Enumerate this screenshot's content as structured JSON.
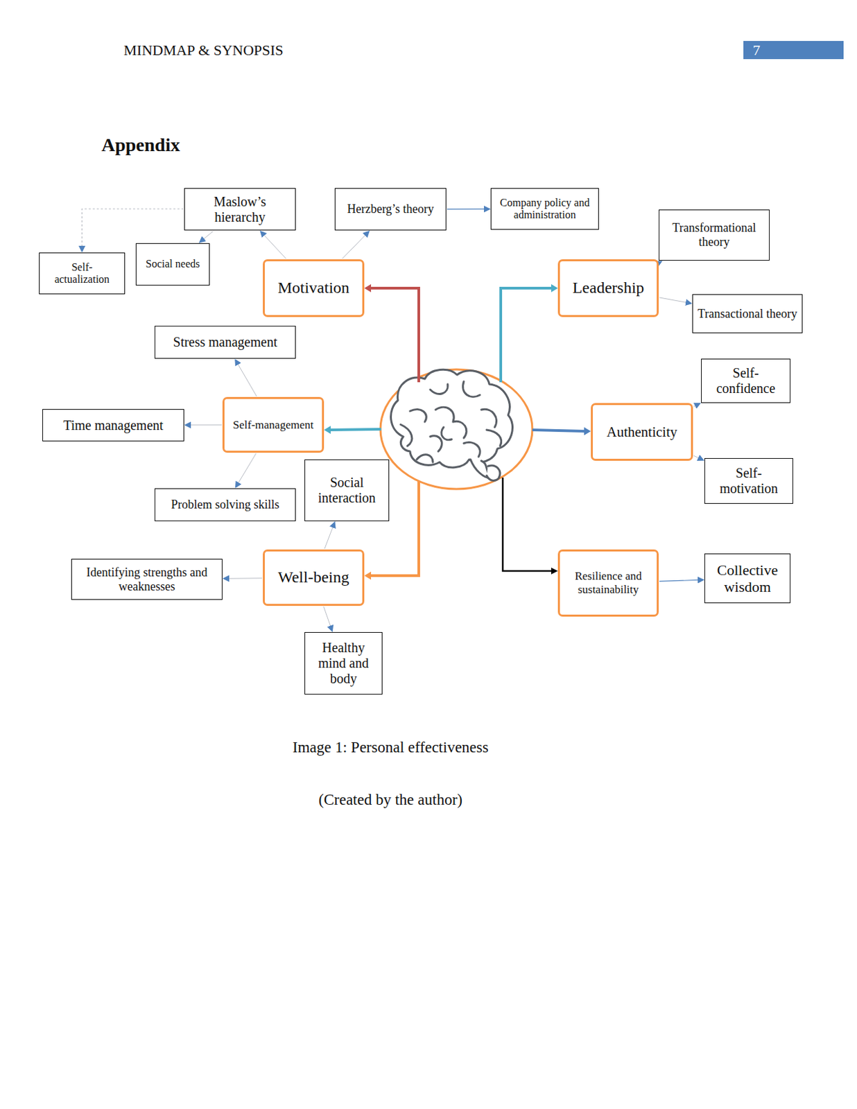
{
  "diagram": {
    "title": "Appendix",
    "caption": "Image 1: Personal effectiveness",
    "nodes": [
      {
        "text": [
          "Maslow’s hierarchy"
        ]
      },
      {
        "text": [
          "Herzberg’s theory"
        ]
      },
      {
        "text": [
          "Company policy and administration"
        ]
      },
      {
        "text": [
          "Transformational theory"
        ]
      },
      {
        "text": [
          "Self-actualization"
        ]
      },
      {
        "text": [
          "Social needs"
        ]
      },
      {
        "text": [
          "Motivation"
        ]
      },
      {
        "text": [
          "Leadership"
        ]
      },
      {
        "text": [
          "Transactional theory"
        ]
      },
      {
        "text": [
          "Stress management"
        ]
      },
      {
        "text": [
          "Self-confidence"
        ]
      },
      {
        "text": [
          "Time management"
        ]
      },
      {
        "text": [
          "Self-management"
        ]
      },
      {
        "text": [
          "Authenticity"
        ]
      },
      {
        "text": [
          "Self-motivation"
        ]
      },
      {
        "text": [
          "Problem solving skills"
        ]
      },
      {
        "text": [
          "Social interaction"
        ]
      },
      {
        "text": [
          "Identifying strengths and weaknesses"
        ]
      },
      {
        "text": [
          "Well-being"
        ]
      },
      {
        "text": [
          "Resilience and sustainability"
        ]
      },
      {
        "text": [
          "Collective wisdom"
        ]
      },
      {
        "text": [
          "Healthy mind and body"
        ]
      }
    ],
    "edges": [
      {
        "from": 6,
        "to": 0,
        "arrow": "to"
      },
      {
        "from": 6,
        "to": 1,
        "arrow": "to"
      },
      {
        "from": 1,
        "to": 2,
        "arrow": "to"
      },
      {
        "from": 0,
        "to": 4,
        "arrow": "to"
      },
      {
        "from": 0,
        "to": 5,
        "arrow": "to"
      },
      {
        "from": 7,
        "to": 3,
        "arrow": "to"
      },
      {
        "from": 7,
        "to": 8,
        "arrow": "to"
      },
      {
        "from": 12,
        "to": 9,
        "arrow": "to"
      },
      {
        "from": 12,
        "to": 11,
        "arrow": "to"
      },
      {
        "from": 12,
        "to": 15,
        "arrow": "to"
      },
      {
        "from": 13,
        "to": 10,
        "arrow": "to"
      },
      {
        "from": 13,
        "to": 14,
        "arrow": "to"
      },
      {
        "from": 18,
        "to": 16,
        "arrow": "to"
      },
      {
        "from": 18,
        "to": 17,
        "arrow": "to"
      },
      {
        "from": 18,
        "to": 21,
        "arrow": "to"
      },
      {
        "from": 19,
        "to": 20,
        "arrow": "to"
      }
    ],
    "labels": [
      "MINDMAP & SYNOPSIS",
      "7",
      "(Created by the author)"
    ]
  }
}
